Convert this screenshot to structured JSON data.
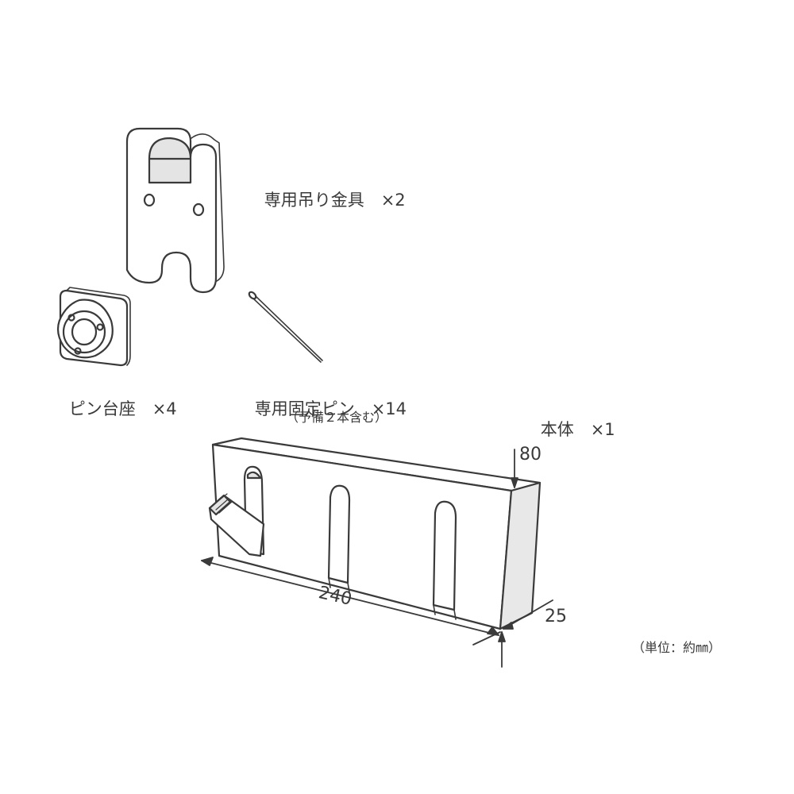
{
  "parts": {
    "hanger": {
      "label": "専用吊り金具",
      "qty": "×2"
    },
    "pin_base": {
      "label": "ピン台座",
      "qty": "×4"
    },
    "pin": {
      "label": "専用固定ピン",
      "qty": "×14",
      "note": "（予備２本含む）"
    },
    "body": {
      "label": "本体",
      "qty": "×1"
    }
  },
  "dimensions": {
    "width": "240",
    "height": "80",
    "depth": "25"
  },
  "unit_note": "（単位：約㎜）",
  "colors": {
    "line": "#3a3a3a",
    "face": "#ffffff",
    "shade": "#e4e4e4"
  }
}
